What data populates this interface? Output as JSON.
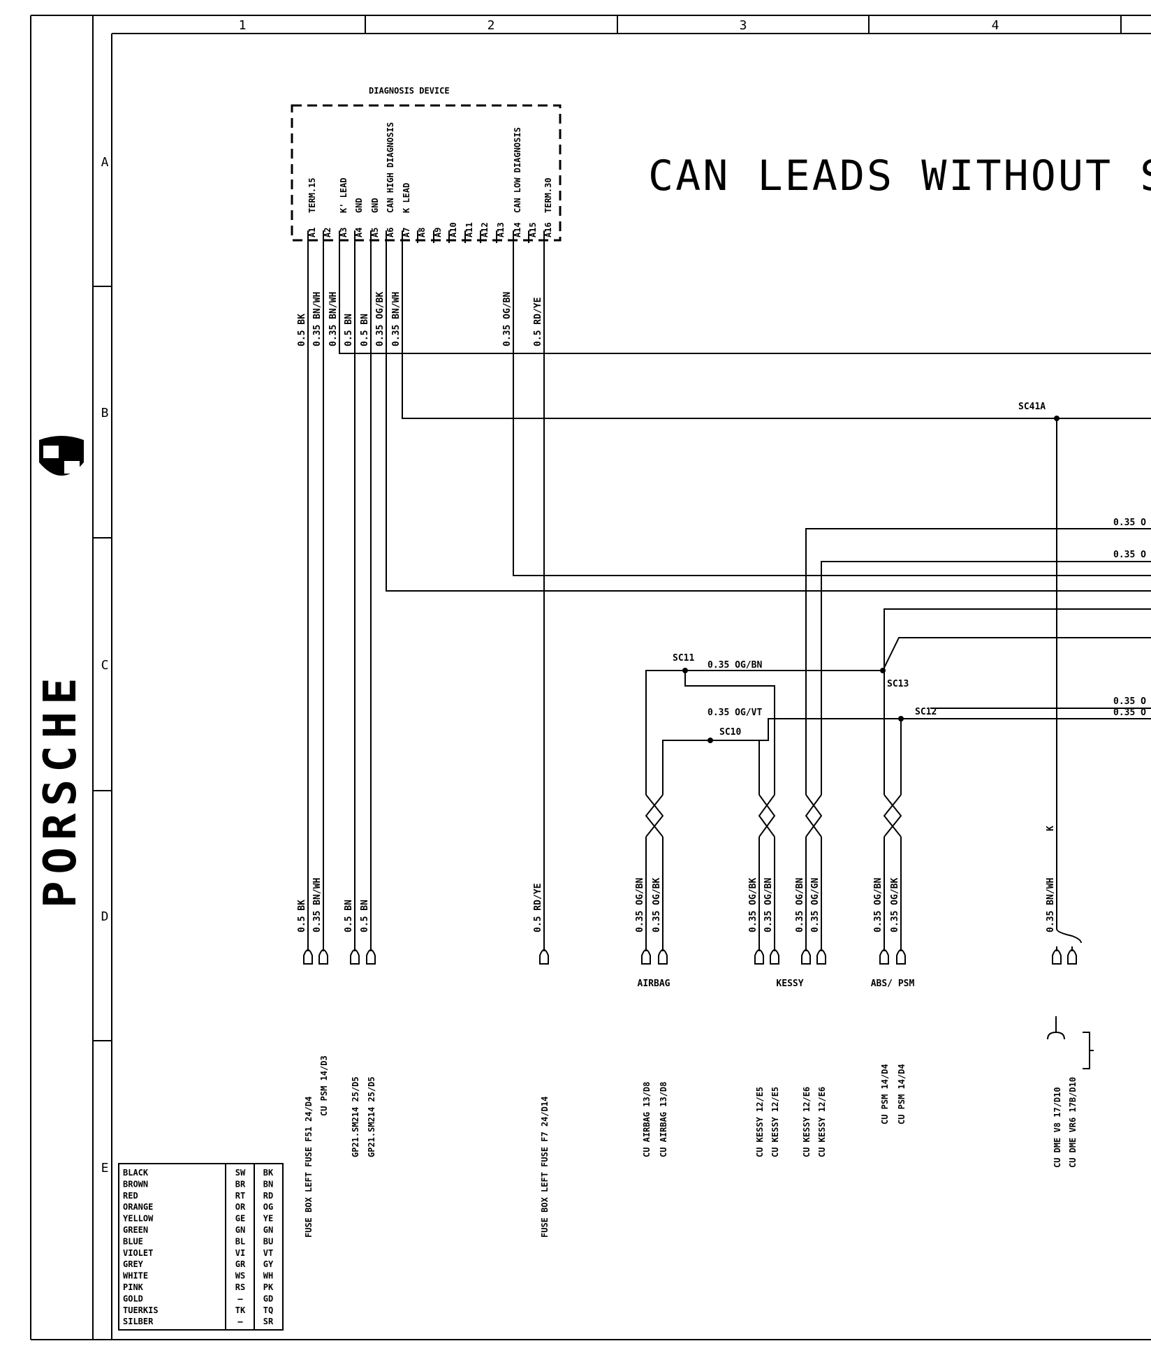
{
  "title": "CAN  LEADS  WITHOUT  SH",
  "brand": "PORSCHE",
  "columns": [
    "1",
    "2",
    "3",
    "4"
  ],
  "rows": [
    "A",
    "B",
    "C",
    "D",
    "E"
  ],
  "device": {
    "name": "DIAGNOSIS DEVICE",
    "pins": [
      {
        "id": "A1",
        "label": "TERM.15"
      },
      {
        "id": "A2",
        "label": ""
      },
      {
        "id": "A3",
        "label": "K' LEAD"
      },
      {
        "id": "A4",
        "label": "GND"
      },
      {
        "id": "A5",
        "label": "GND"
      },
      {
        "id": "A6",
        "label": "CAN HIGH DIAGNOSIS"
      },
      {
        "id": "A7",
        "label": "K LEAD"
      },
      {
        "id": "A8",
        "label": ""
      },
      {
        "id": "A9",
        "label": ""
      },
      {
        "id": "A10",
        "label": ""
      },
      {
        "id": "A11",
        "label": ""
      },
      {
        "id": "A12",
        "label": ""
      },
      {
        "id": "A13",
        "label": ""
      },
      {
        "id": "A14",
        "label": "CAN LOW DIAGNOSIS"
      },
      {
        "id": "A15",
        "label": ""
      },
      {
        "id": "A16",
        "label": "TERM.30"
      }
    ]
  },
  "wires_top": [
    {
      "pin": "A1",
      "label": "0.5 BK"
    },
    {
      "pin": "A2",
      "label": "0.35 BN/WH"
    },
    {
      "pin": "A3",
      "label": "0.35 BN/WH"
    },
    {
      "pin": "A4",
      "label": "0.5 BN"
    },
    {
      "pin": "A5",
      "label": "0.5 BN"
    },
    {
      "pin": "A6",
      "label": "0.35 OG/BK"
    },
    {
      "pin": "A7",
      "label": "0.35 BN/WH"
    },
    {
      "pin": "A14",
      "label": "0.35 OG/BN"
    },
    {
      "pin": "A16",
      "label": "0.5 RD/YE"
    }
  ],
  "wires_bottom": [
    "0.5 BK",
    "0.35 BN/WH",
    "0.5 BN",
    "0.5 BN",
    "0.5 RD/YE"
  ],
  "splices": {
    "sc41a": "SC41A",
    "sc11": "SC11",
    "sc10": "SC10",
    "sc13": "SC13",
    "sc12": "SC12"
  },
  "inline_labels": {
    "sc11_wire": "0.35 OG/BN",
    "sc10_wire": "0.35 OG/VT"
  },
  "right_labels": [
    "0.35 O",
    "0.35 O",
    "0.35 O",
    "0.35 O"
  ],
  "connectors": [
    {
      "name": "AIRBAG",
      "wires": [
        "0.35 OG/BN",
        "0.35 OG/BK"
      ],
      "refs": [
        "CU AIRBAG  13/D8",
        "CU AIRBAG  13/D8"
      ]
    },
    {
      "name": "KESSY",
      "wires": [
        "0.35 OG/BK",
        "0.35 OG/BN"
      ],
      "refs": [
        "CU KESSY  12/E5",
        "CU KESSY  12/E5"
      ]
    },
    {
      "name": "",
      "wires": [
        "0.35 OG/BN",
        "0.35 OG/GN"
      ],
      "refs": [
        "CU KESSY  12/E6",
        "CU KESSY  12/E6"
      ]
    },
    {
      "name": "ABS/ PSM",
      "wires": [
        "0.35 OG/BN",
        "0.35 OG/BK"
      ],
      "refs": [
        "CU PSM  14/D4",
        "CU PSM  14/D4"
      ]
    }
  ],
  "k_wire": {
    "tag": "K",
    "label": "0.35 BN/WH"
  },
  "bottom_refs": {
    "fuse_a1": "FUSE BOX LEFT FUSE F51  24/D4",
    "cu_psm": "CU PSM  14/D3",
    "gp21_a": "GP21.SM214  25/D5",
    "gp21_b": "GP21.SM214  25/D5",
    "fuse_f7": "FUSE BOX LEFT FUSE F7  24/D14",
    "dme_v8": "CU DME  V8  17/D10",
    "dme_vr6": "CU DME  VR6  17B/D10"
  },
  "color_legend": [
    {
      "name": "BLACK",
      "de": "SW",
      "en": "BK"
    },
    {
      "name": "BROWN",
      "de": "BR",
      "en": "BN"
    },
    {
      "name": "RED",
      "de": "RT",
      "en": "RD"
    },
    {
      "name": "ORANGE",
      "de": "OR",
      "en": "OG"
    },
    {
      "name": "YELLOW",
      "de": "GE",
      "en": "YE"
    },
    {
      "name": "GREEN",
      "de": "GN",
      "en": "GN"
    },
    {
      "name": "BLUE",
      "de": "BL",
      "en": "BU"
    },
    {
      "name": "VIOLET",
      "de": "VI",
      "en": "VT"
    },
    {
      "name": "GREY",
      "de": "GR",
      "en": "GY"
    },
    {
      "name": "WHITE",
      "de": "WS",
      "en": "WH"
    },
    {
      "name": "PINK",
      "de": "RS",
      "en": "PK"
    },
    {
      "name": "GOLD",
      "de": "—",
      "en": "GD"
    },
    {
      "name": "TUERKIS",
      "de": "TK",
      "en": "TQ"
    },
    {
      "name": "SILBER",
      "de": "—",
      "en": "SR"
    }
  ],
  "colors": {
    "ink": "#000000",
    "paper": "#ffffff"
  }
}
